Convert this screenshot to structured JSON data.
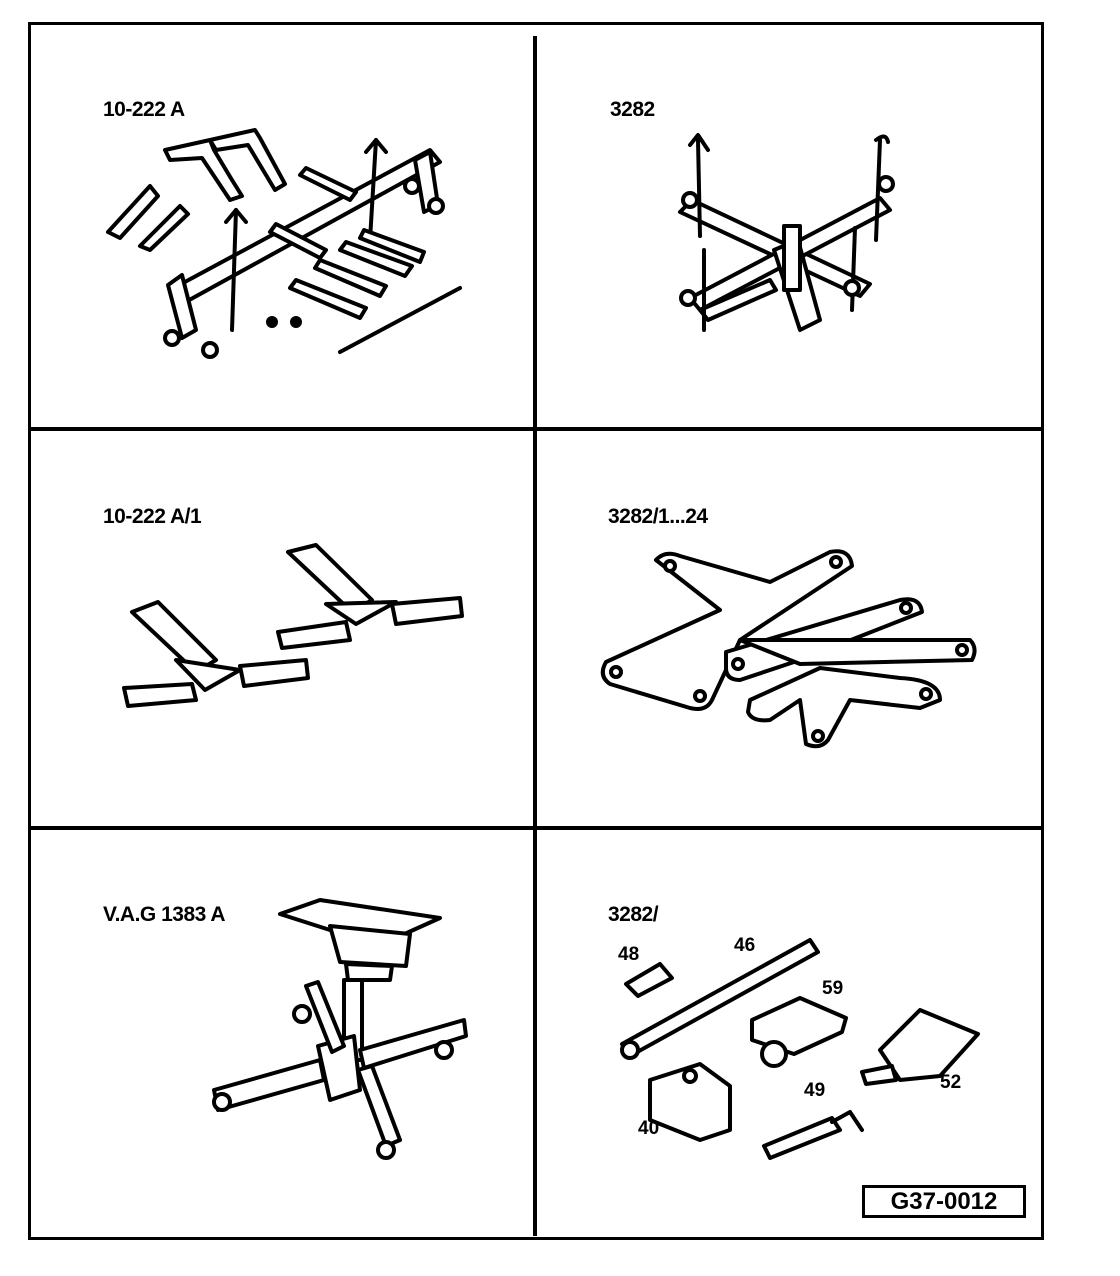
{
  "panels": [
    {
      "id": "p1",
      "label": "10-222 A"
    },
    {
      "id": "p2",
      "label": "3282"
    },
    {
      "id": "p3",
      "label": "10-222 A/1"
    },
    {
      "id": "p4",
      "label": "3282/1...24"
    },
    {
      "id": "p5",
      "label": "V.A.G 1383 A"
    },
    {
      "id": "p6",
      "label": "3282/"
    }
  ],
  "callouts": {
    "c48": "48",
    "c46": "46",
    "c59": "59",
    "c52": "52",
    "c49": "49",
    "c40": "40"
  },
  "reference": "G37-0012"
}
